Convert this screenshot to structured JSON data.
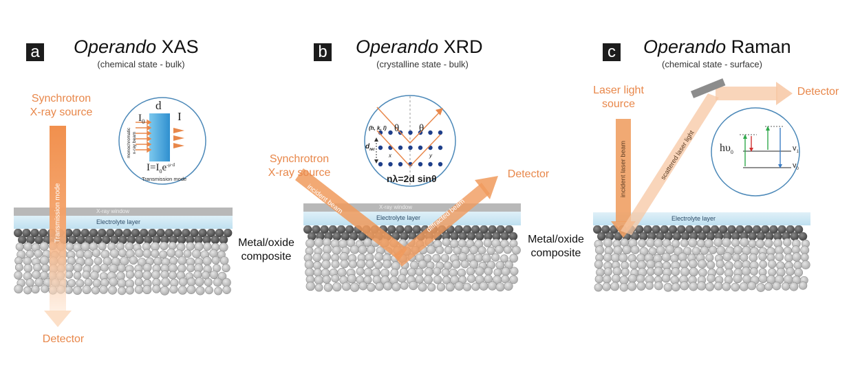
{
  "panel_a": {
    "letter": "a",
    "title_italic": "Operando",
    "title_rest": " XAS",
    "subtitle": "(chemical state - bulk)",
    "source_line1": "Synchrotron",
    "source_line2": "X-ray source",
    "detector": "Detector",
    "beam_label": "Transmission mode",
    "window_label": "X-ray window",
    "electrolyte_label": "Electrolyte layer",
    "inset": {
      "I0": "I",
      "I0_sub": "0",
      "d": "d",
      "I": "I",
      "beam_label_1": "monochromatic",
      "beam_label_2": "x-ray beam",
      "equation_main": "I=I",
      "equation_sub": "0",
      "equation_rest": "e",
      "equation_exp": "-μ·d",
      "mode": "Transmission mode"
    }
  },
  "panel_b": {
    "letter": "b",
    "title_italic": "Operando",
    "title_rest": " XRD",
    "subtitle": "(crystalline state - bulk)",
    "source_line1": "Synchrotron",
    "source_line2": "X-ray source",
    "detector": "Detector",
    "incident_label": "incident beam",
    "diffracted_label": "diffracted beam",
    "window_label": "X-ray window",
    "electrolyte_label": "Electrolyte layer",
    "inset": {
      "hkl": "(h, k, l)",
      "theta": "θ",
      "d_label": "d",
      "d_sub": "hkl",
      "x_label": "x",
      "y_label": "y",
      "bragg": "nλ=2d sinθ"
    }
  },
  "panel_c": {
    "letter": "c",
    "title_italic": "Operando",
    "title_rest": " Raman",
    "subtitle": "(chemical state - surface)",
    "source_line1": "Laser light",
    "source_line2": "source",
    "detector": "Detector",
    "incident_label": "incident laser beam",
    "scattered_label": "scattered laser light",
    "electrolyte_label": "Electrolyte layer",
    "inset": {
      "hv": "hυ",
      "hv_sub": "0",
      "v1": "v",
      "v1_sub": "1",
      "v0": "v",
      "v0_sub": "0"
    }
  },
  "composite_label_line1": "Metal/oxide",
  "composite_label_line2": "composite",
  "colors": {
    "orange": "#e8874a",
    "beam": "#f0a064",
    "window": "#b9b9b9",
    "electrolyte": "#cfe7f3",
    "particle_dark": "#5a5a5a",
    "particle_light": "#c4c4c4",
    "inset_border": "#4b88b8",
    "lattice_dot": "#1f3f8a",
    "sample_blue": "#3aa0d8"
  }
}
